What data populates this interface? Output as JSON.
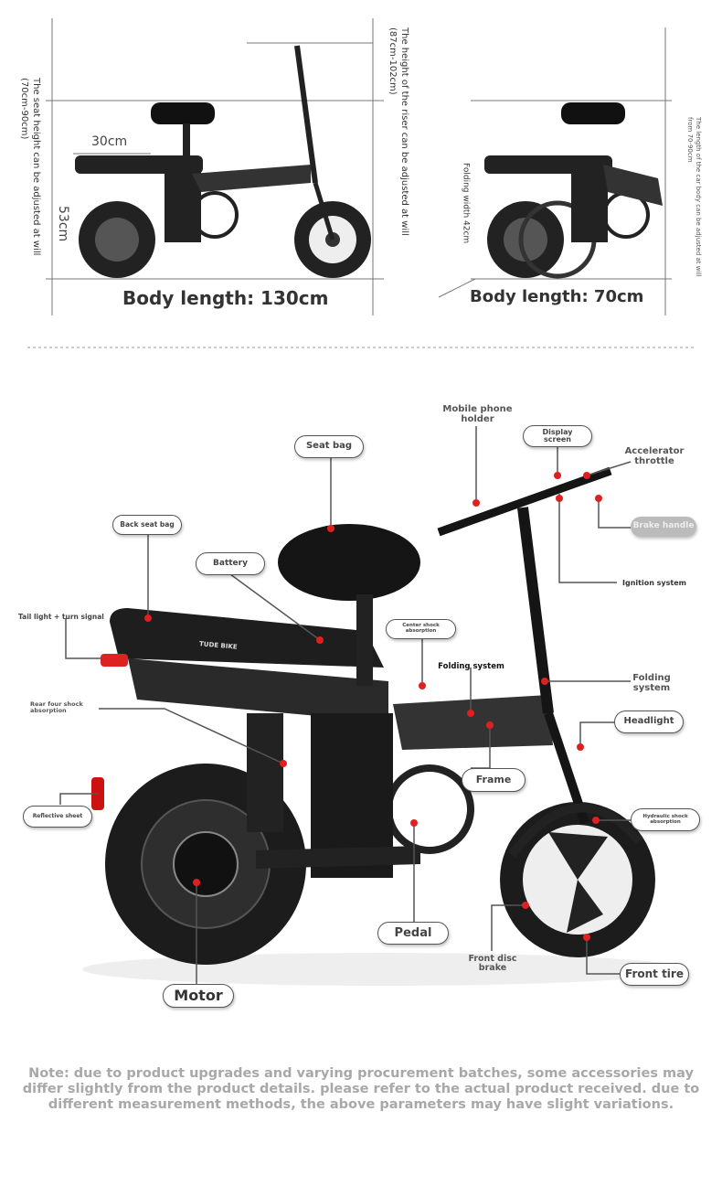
{
  "dimensions": {
    "seat_height_note": "The seat height can be adjusted at will (70cm-90cm)",
    "riser_height_note": "The height of the riser can be adjusted at will (87cm-102cm)",
    "seat_length": "30cm",
    "seat_to_ground": "53cm",
    "body_length_unfolded": "Body length: 130cm",
    "folding_width": "Folding width 42cm",
    "body_length_folded": "Body length: 70cm",
    "body_length_adjust_note": "The length of the car body can be adjusted at will from 70-90cm"
  },
  "brand": "TUDE BIKE",
  "callouts": {
    "mobile_phone_holder": "Mobile phone holder",
    "display_screen": "Display screen",
    "accelerator_throttle": "Accelerator throttle",
    "brake_handle": "Brake handle",
    "seat_bag": "Seat bag",
    "back_seat_bag": "Back seat bag",
    "battery": "Battery",
    "ignition_system": "Ignition system",
    "tail_light": "Tail light + turn signal",
    "center_shock": "Center shock absorption",
    "folding_system_frame": "Folding system",
    "folding_system_stem": "Folding system",
    "rear_shock": "Rear four shock absorption",
    "headlight": "Headlight",
    "frame": "Frame",
    "reflective_sheet": "Reflective sheet",
    "hydraulic_shock": "Hydraulic shock absorption",
    "pedal": "Pedal",
    "front_disc_brake": "Front disc brake",
    "front_tire": "Front tire",
    "motor": "Motor"
  },
  "note": "Note: due to product upgrades and varying procurement batches, some accessories may differ slightly from the product details. please refer to the actual product received. due to different measurement methods, the above parameters may have slight variations.",
  "colors": {
    "marker": "#e02020",
    "frame": "#1a1a1a"
  }
}
